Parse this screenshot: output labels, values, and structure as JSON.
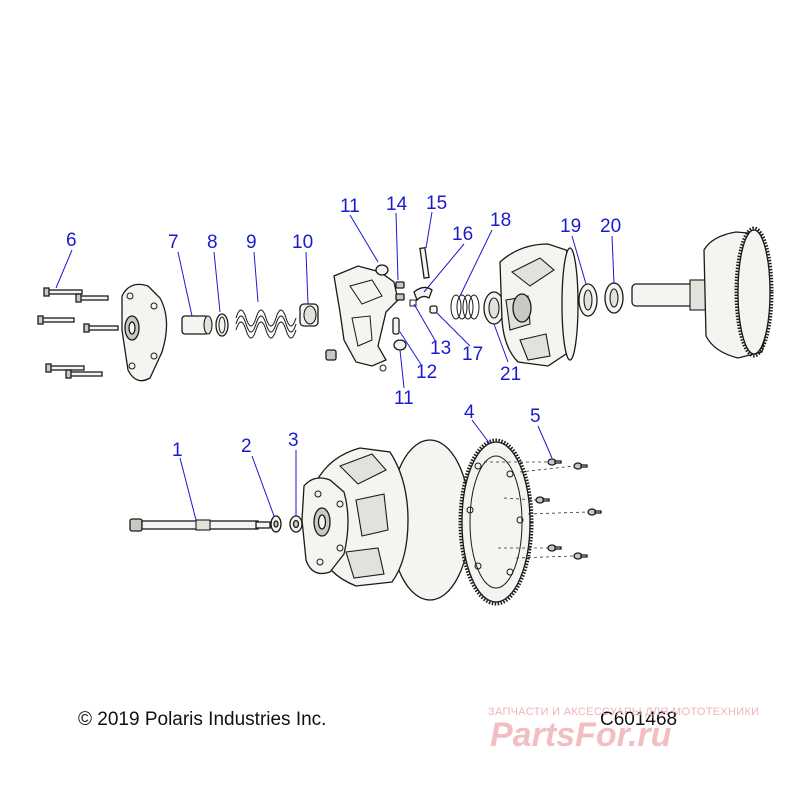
{
  "callouts": [
    {
      "id": "c1",
      "label": "1"
    },
    {
      "id": "c2",
      "label": "2"
    },
    {
      "id": "c3",
      "label": "3"
    },
    {
      "id": "c4",
      "label": "4"
    },
    {
      "id": "c5",
      "label": "5"
    },
    {
      "id": "c6",
      "label": "6"
    },
    {
      "id": "c7",
      "label": "7"
    },
    {
      "id": "c8",
      "label": "8"
    },
    {
      "id": "c9",
      "label": "9"
    },
    {
      "id": "c10",
      "label": "10"
    },
    {
      "id": "c11a",
      "label": "11"
    },
    {
      "id": "c11b",
      "label": "11"
    },
    {
      "id": "c12",
      "label": "12"
    },
    {
      "id": "c13",
      "label": "13"
    },
    {
      "id": "c14",
      "label": "14"
    },
    {
      "id": "c15",
      "label": "15"
    },
    {
      "id": "c16",
      "label": "16"
    },
    {
      "id": "c17",
      "label": "17"
    },
    {
      "id": "c18",
      "label": "18"
    },
    {
      "id": "c19",
      "label": "19"
    },
    {
      "id": "c20",
      "label": "20"
    },
    {
      "id": "c21",
      "label": "21"
    }
  ],
  "footer": {
    "copyright": "© 2019 Polaris Industries Inc.",
    "diagram_id": "C601468"
  },
  "watermark": {
    "tagline": "ЗАПЧАСТИ И АКСЕССУАРЫ ДЛЯ МОТОТЕХНИКИ",
    "brand": "PartsFor.ru"
  },
  "colors": {
    "callout": "#1a1ad0",
    "line": "#1a1a1a",
    "watermark": "#f2b3b8"
  }
}
